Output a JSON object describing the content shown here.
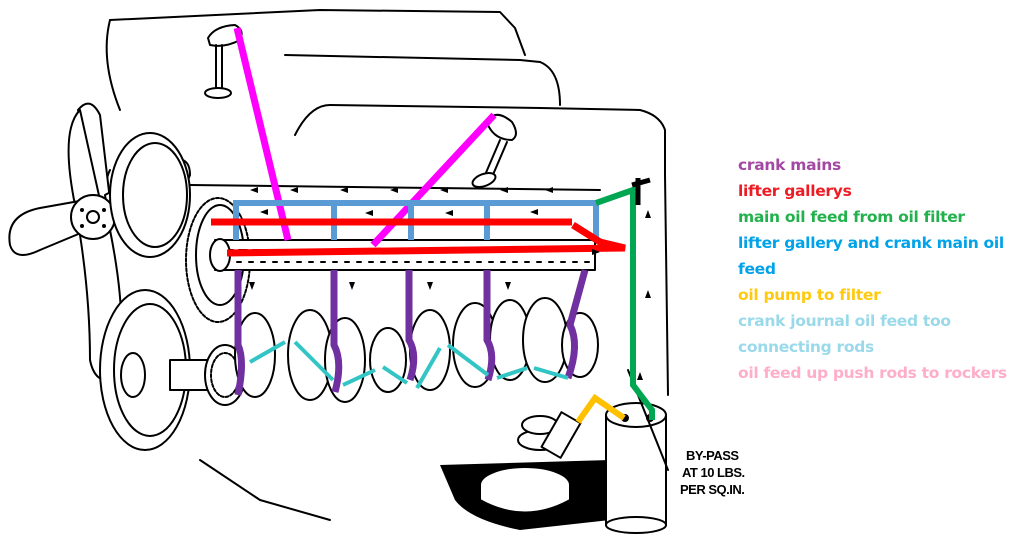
{
  "diagram": {
    "title": "Engine lubrication system oil flow",
    "annotation": {
      "lines": [
        "BY-PASS",
        "AT 10 LBS.",
        "PER SQ.IN."
      ]
    },
    "legend": [
      {
        "label": "crank mains",
        "color": "#a349a4",
        "line": "#7030a0"
      },
      {
        "label": "lifter gallerys",
        "color": "#ed1c24",
        "line": "#ff0000"
      },
      {
        "label": "main oil feed from oil filter",
        "color": "#22b14c",
        "line": "#00a651"
      },
      {
        "label": "lifter gallery and crank main oil feed",
        "color": "#00a2e8",
        "line": "#5b9bd5"
      },
      {
        "label": "oil pump to filter",
        "color": "#ffc90e",
        "line": "#ffc000"
      },
      {
        "label": "crank journal oil feed too connecting rods",
        "color": "#99d9ea",
        "line": "#33c5c5"
      },
      {
        "label": "oil feed up push rods to rockers",
        "color": "#ffaec9",
        "line": "#ff00ff"
      }
    ],
    "legend_display": [
      "crank mains",
      "lifter gallerys",
      "main oil feed from oil filter",
      "lifter gallery and crank main oil",
      "feed",
      "oil pump to filter",
      "crank journal oil feed too",
      "connecting rods",
      "oil feed up push rods to rockers"
    ],
    "legend_display_colors": [
      "#a349a4",
      "#ed1c24",
      "#22b14c",
      "#00a2e8",
      "#00a2e8",
      "#ffc90e",
      "#99d9ea",
      "#99d9ea",
      "#ffaec9"
    ],
    "components": [
      "fan",
      "pulleys",
      "timing-chain",
      "camshaft",
      "crankshaft",
      "rocker-arms",
      "valves",
      "oil-pump",
      "oil-filter",
      "oil-pan"
    ]
  }
}
